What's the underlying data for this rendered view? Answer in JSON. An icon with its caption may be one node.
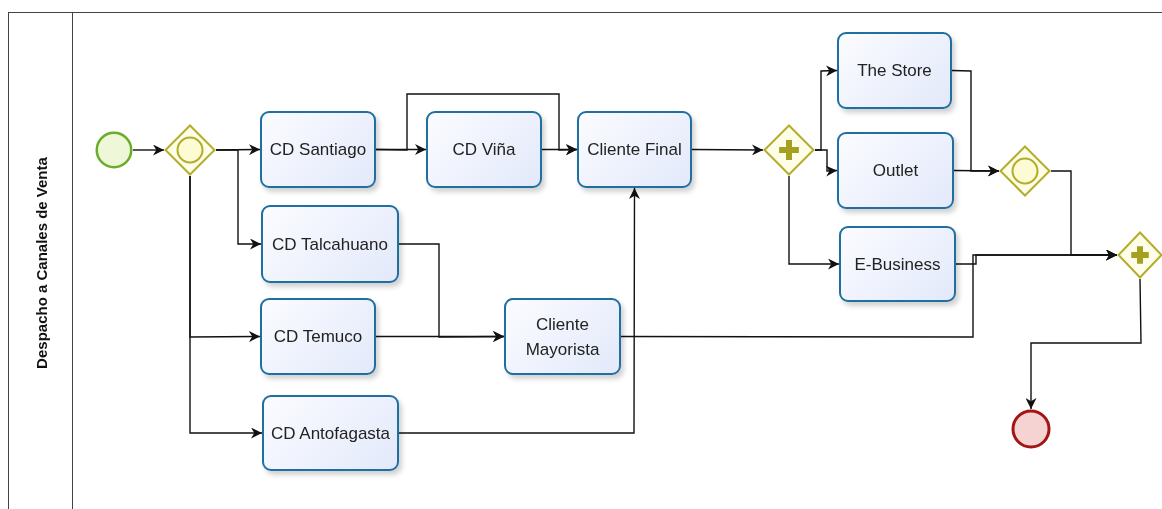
{
  "diagram": {
    "nodes": [
      {
        "text": [
          "Despacho a Canales de Venta"
        ]
      },
      {
        "text": [],
        "shape": "circle",
        "in": 0
      },
      {
        "text": [],
        "shape": "diamond",
        "in": 0
      },
      {
        "text": [
          "CD Santiago"
        ],
        "in": 0
      },
      {
        "text": [
          "CD Viña"
        ],
        "in": 0
      },
      {
        "text": [
          "Cliente Final"
        ],
        "in": 0
      },
      {
        "text": [
          "CD Talcahuano"
        ],
        "in": 0
      },
      {
        "text": [
          "CD Temuco"
        ],
        "in": 0
      },
      {
        "text": [
          "Cliente Mayorista"
        ],
        "in": 0
      },
      {
        "text": [
          "CD Antofagasta"
        ],
        "in": 0
      },
      {
        "text": [],
        "shape": "diamond",
        "in": 0
      },
      {
        "text": [
          "The Store"
        ],
        "in": 0
      },
      {
        "text": [
          "Outlet"
        ],
        "in": 0
      },
      {
        "text": [
          "E-Business"
        ],
        "in": 0
      },
      {
        "text": [],
        "shape": "diamond",
        "in": 0
      },
      {
        "text": [],
        "shape": "diamond",
        "in": 0
      },
      {
        "text": [],
        "shape": "circle",
        "in": 0
      }
    ],
    "edges": [
      {
        "from": 1,
        "to": 2,
        "arrow": "to"
      },
      {
        "from": 2,
        "to": 3,
        "arrow": "to"
      },
      {
        "from": 2,
        "to": 6,
        "arrow": "to"
      },
      {
        "from": 2,
        "to": 7,
        "arrow": "to"
      },
      {
        "from": 2,
        "to": 9,
        "arrow": "to"
      },
      {
        "from": 3,
        "to": 4,
        "arrow": "to"
      },
      {
        "from": 3,
        "to": 5,
        "arrow": "to"
      },
      {
        "from": 4,
        "to": 5,
        "arrow": "to"
      },
      {
        "from": 6,
        "to": 8,
        "arrow": "to"
      },
      {
        "from": 7,
        "to": 8,
        "arrow": "to"
      },
      {
        "from": 9,
        "to": 5,
        "arrow": "to"
      },
      {
        "from": 5,
        "to": 10,
        "arrow": "to"
      },
      {
        "from": 10,
        "to": 11,
        "arrow": "to"
      },
      {
        "from": 10,
        "to": 12,
        "arrow": "to"
      },
      {
        "from": 10,
        "to": 13,
        "arrow": "to"
      },
      {
        "from": 11,
        "to": 14,
        "arrow": "to"
      },
      {
        "from": 12,
        "to": 14,
        "arrow": "to"
      },
      {
        "from": 13,
        "to": 15,
        "arrow": "to"
      },
      {
        "from": 8,
        "to": 15,
        "arrow": "to"
      },
      {
        "from": 14,
        "to": 15,
        "arrow": "to"
      },
      {
        "from": 15,
        "to": 16,
        "arrow": "to"
      }
    ]
  }
}
